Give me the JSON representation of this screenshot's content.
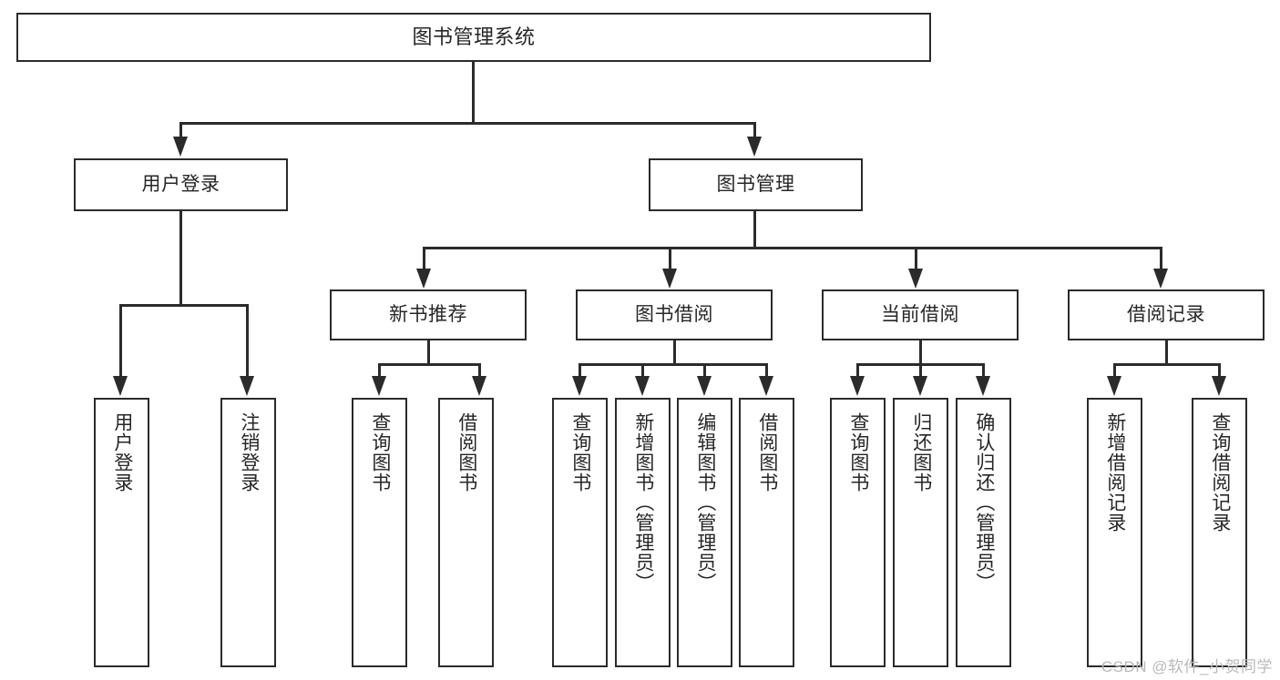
{
  "diagram": {
    "type": "tree-hierarchy-chart",
    "title": "图书管理系统",
    "watermark": "CSDN @软件_小贺同学",
    "colors": {
      "stroke": "#2b2b2b",
      "text": "#262626",
      "background": "#ffffff",
      "watermark": "#b9b9b9"
    }
  },
  "nodes": {
    "root": {
      "label": "图书管理系统"
    },
    "level2": [
      {
        "id": "user-login",
        "label": "用户登录"
      },
      {
        "id": "book-management",
        "label": "图书管理"
      }
    ],
    "level3": [
      {
        "id": "new-book-recommend",
        "label": "新书推荐"
      },
      {
        "id": "book-borrow",
        "label": "图书借阅"
      },
      {
        "id": "current-borrow",
        "label": "当前借阅"
      },
      {
        "id": "borrow-record",
        "label": "借阅记录"
      }
    ],
    "leaves": {
      "user-login": [
        {
          "id": "leaf-user-login",
          "label": "用户登录"
        },
        {
          "id": "leaf-logout-login",
          "label": "注销登录"
        }
      ],
      "new-book-recommend": [
        {
          "id": "leaf-query-book-1",
          "label": "查询图书"
        },
        {
          "id": "leaf-borrow-book-1",
          "label": "借阅图书"
        }
      ],
      "book-borrow": [
        {
          "id": "leaf-query-book-2",
          "label": "查询图书"
        },
        {
          "id": "leaf-add-book",
          "label": "新增图书（管理员）"
        },
        {
          "id": "leaf-edit-book",
          "label": "编辑图书（管理员）"
        },
        {
          "id": "leaf-borrow-book-2",
          "label": "借阅图书"
        }
      ],
      "current-borrow": [
        {
          "id": "leaf-query-book-3",
          "label": "查询图书"
        },
        {
          "id": "leaf-return-book",
          "label": "归还图书"
        },
        {
          "id": "leaf-confirm-return",
          "label": "确认归还（管理员）"
        }
      ],
      "borrow-record": [
        {
          "id": "leaf-add-record",
          "label": "新增借阅记录"
        },
        {
          "id": "leaf-query-record",
          "label": "查询借阅记录"
        }
      ]
    }
  }
}
